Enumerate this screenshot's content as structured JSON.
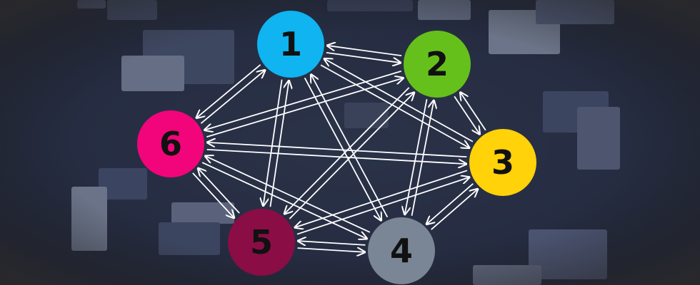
{
  "colors": {
    "background": "#262d42",
    "edge": "#ffffff",
    "label": "#111111"
  },
  "nodes": [
    {
      "id": "1",
      "label": "1",
      "color": "#0fb4f0"
    },
    {
      "id": "2",
      "label": "2",
      "color": "#66c01b"
    },
    {
      "id": "3",
      "label": "3",
      "color": "#ffd20a"
    },
    {
      "id": "4",
      "label": "4",
      "color": "#7a8696"
    },
    {
      "id": "5",
      "label": "5",
      "color": "#8a0d45"
    },
    {
      "id": "6",
      "label": "6",
      "color": "#f2057a"
    }
  ],
  "edges": [
    {
      "from": "1",
      "to": "2",
      "directed": "both"
    },
    {
      "from": "1",
      "to": "3",
      "directed": "both"
    },
    {
      "from": "1",
      "to": "4",
      "directed": "both"
    },
    {
      "from": "1",
      "to": "5",
      "directed": "both"
    },
    {
      "from": "1",
      "to": "6",
      "directed": "both"
    },
    {
      "from": "2",
      "to": "3",
      "directed": "both"
    },
    {
      "from": "2",
      "to": "4",
      "directed": "both"
    },
    {
      "from": "2",
      "to": "5",
      "directed": "both"
    },
    {
      "from": "2",
      "to": "6",
      "directed": "both"
    },
    {
      "from": "3",
      "to": "4",
      "directed": "both"
    },
    {
      "from": "3",
      "to": "5",
      "directed": "both"
    },
    {
      "from": "3",
      "to": "6",
      "directed": "both"
    },
    {
      "from": "4",
      "to": "5",
      "directed": "both"
    },
    {
      "from": "4",
      "to": "6",
      "directed": "both"
    },
    {
      "from": "5",
      "to": "6",
      "directed": "both"
    }
  ]
}
